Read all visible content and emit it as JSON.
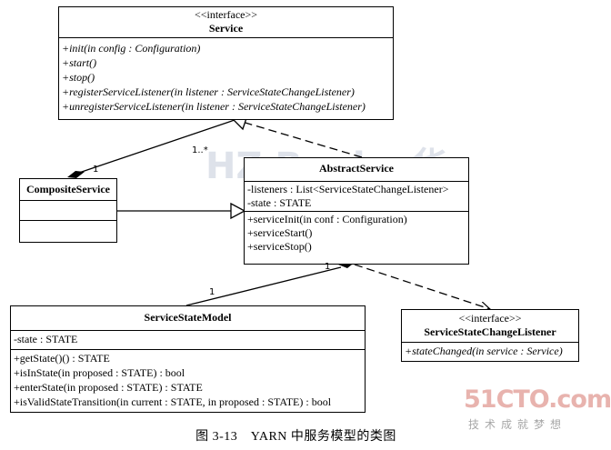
{
  "classes": {
    "service": {
      "stereotype": "<<interface>>",
      "name": "Service",
      "methods": [
        "+init(in config : Configuration)",
        "+start()",
        "+stop()",
        "+registerServiceListener(in listener : ServiceStateChangeListener)",
        "+unregisterServiceListener(in listener : ServiceStateChangeListener)"
      ]
    },
    "composite_service": {
      "name": "CompositeService"
    },
    "abstract_service": {
      "name": "AbstractService",
      "attributes": [
        "-listeners : List<ServiceStateChangeListener>",
        "-state : STATE"
      ],
      "methods": [
        "+serviceInit(in conf : Configuration)",
        "+serviceStart()",
        "+serviceStop()"
      ]
    },
    "service_state_model": {
      "name": "ServiceStateModel",
      "attributes": [
        "-state : STATE"
      ],
      "methods": [
        "+getState()() : STATE",
        "+isInState(in proposed : STATE) : bool",
        "+enterState(in proposed : STATE) : STATE",
        "+isValidStateTransition(in current : STATE, in proposed : STATE) : bool"
      ]
    },
    "listener": {
      "stereotype": "<<interface>>",
      "name": "ServiceStateChangeListener",
      "methods": [
        "+stateChanged(in service : Service)"
      ]
    }
  },
  "multiplicities": {
    "composite_one": "1",
    "composite_many": "1..*",
    "model_one": "1",
    "abstract_one": "1"
  },
  "caption": "图 3-13　YARN 中服务模型的类图",
  "watermark": {
    "main": "51CTO.com",
    "sub": "技术成就梦想",
    "background": "HZ Books 华"
  }
}
